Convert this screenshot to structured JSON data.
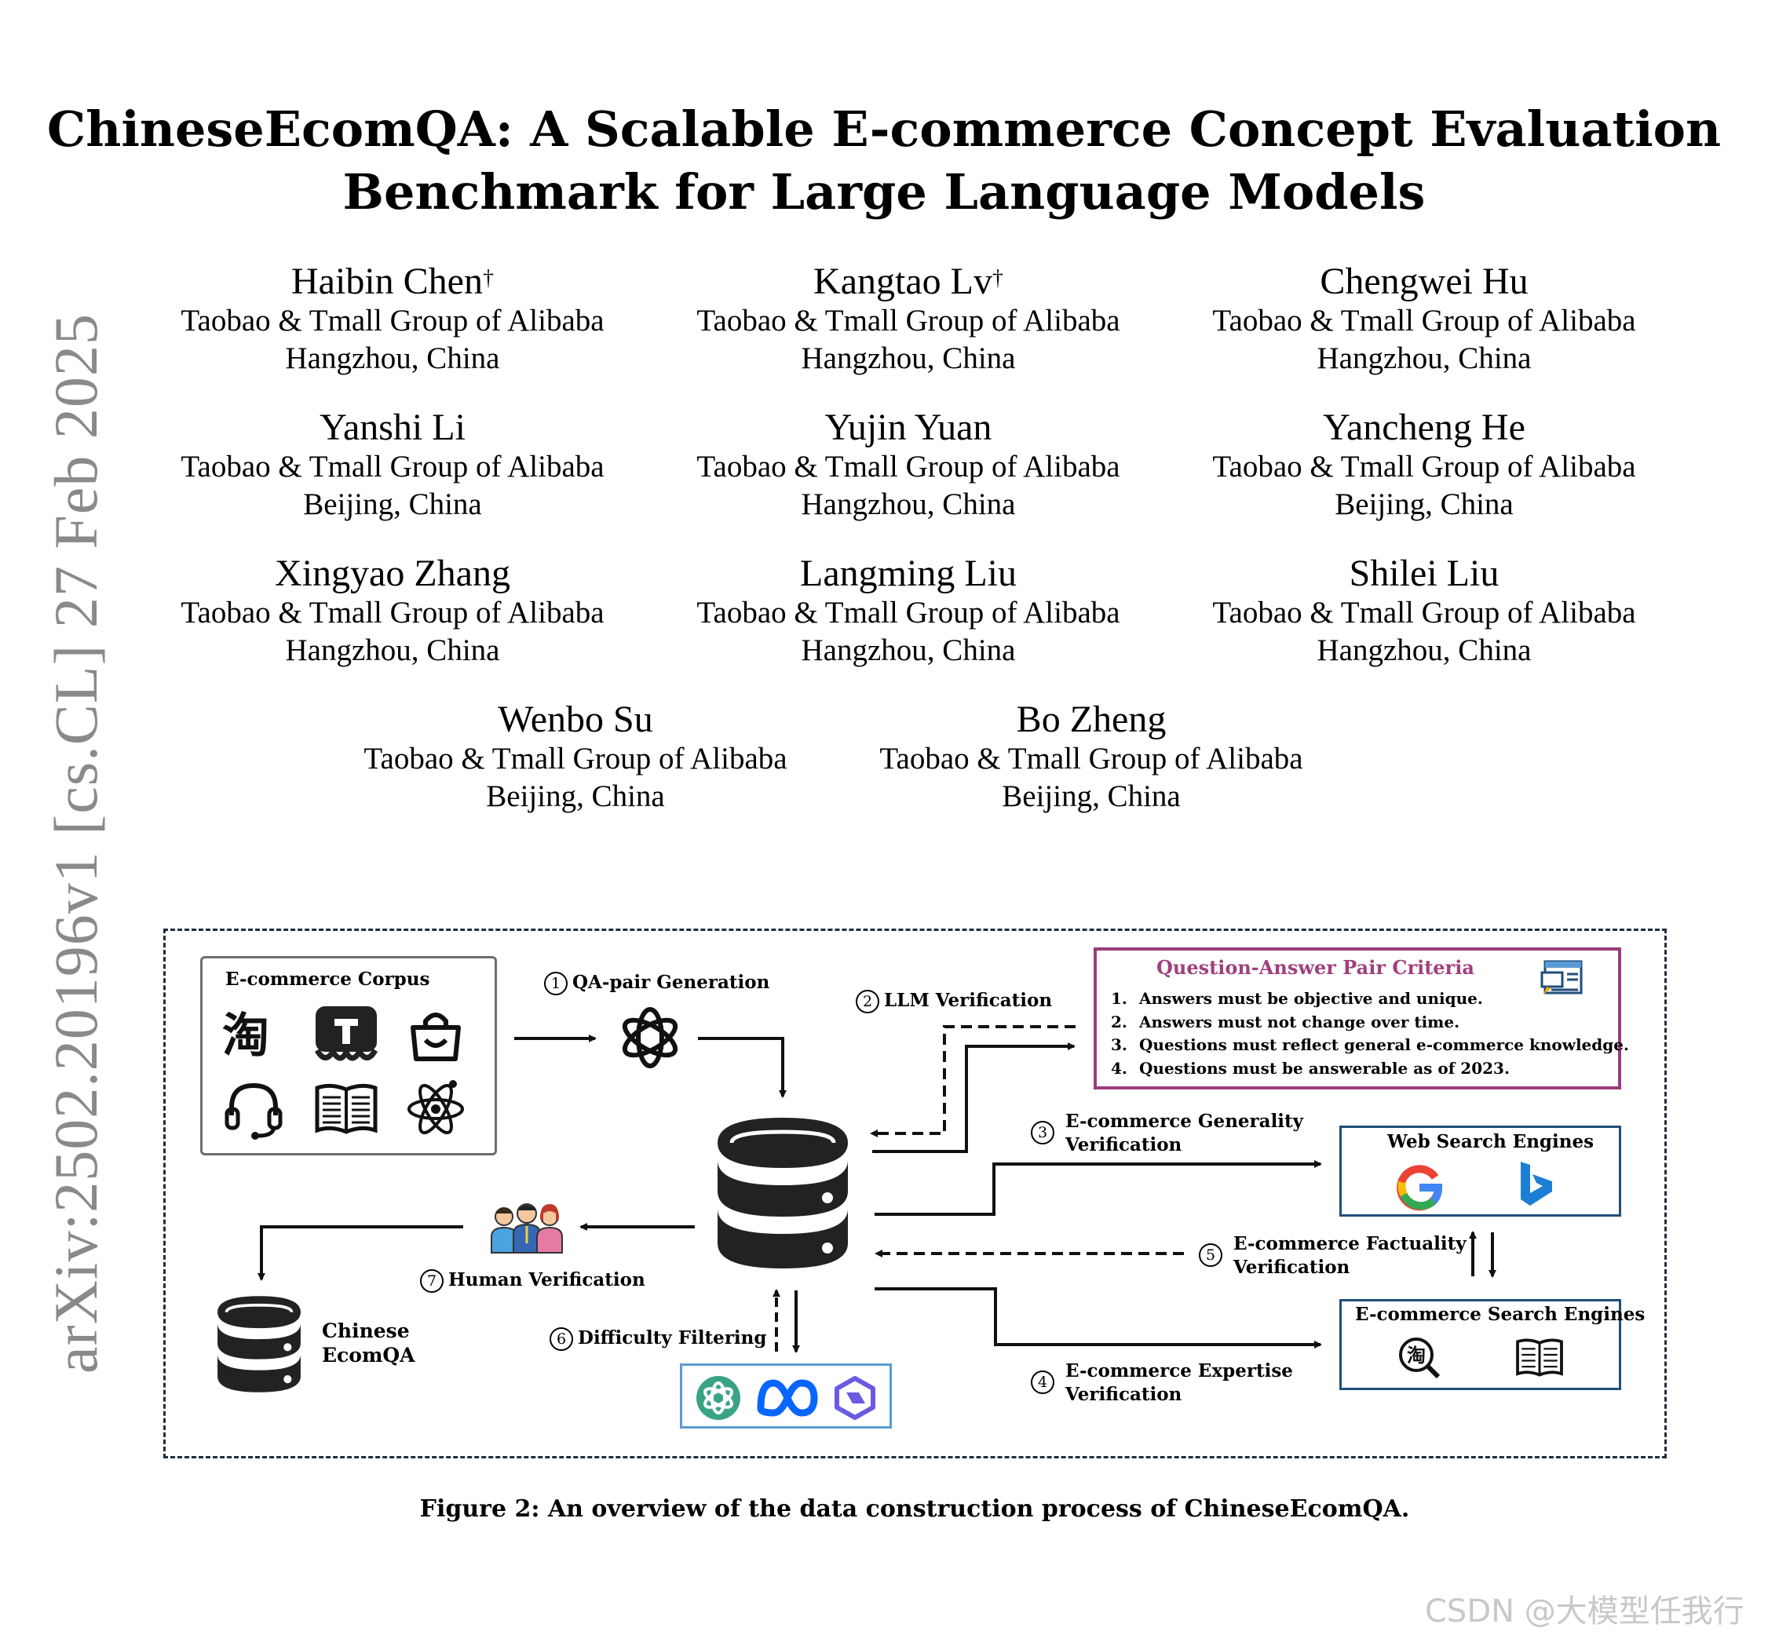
{
  "paper": {
    "title_line1": "ChineseEcomQA: A Scalable E-commerce Concept Evaluation",
    "title_line2": "Benchmark for Large Language Models",
    "arxiv_id": "arXiv:2502.20196v1  [cs.CL]  27 Feb 2025",
    "authors": [
      {
        "name": "Haibin Chen",
        "mark": "†",
        "affiliation": "Taobao & Tmall Group of Alibaba",
        "location": "Hangzhou, China"
      },
      {
        "name": "Kangtao Lv",
        "mark": "†",
        "affiliation": "Taobao & Tmall Group of Alibaba",
        "location": "Hangzhou, China"
      },
      {
        "name": "Chengwei Hu",
        "mark": "",
        "affiliation": "Taobao & Tmall Group of Alibaba",
        "location": "Hangzhou, China"
      },
      {
        "name": "Yanshi Li",
        "mark": "",
        "affiliation": "Taobao & Tmall Group of Alibaba",
        "location": "Beijing, China"
      },
      {
        "name": "Yujin Yuan",
        "mark": "",
        "affiliation": "Taobao & Tmall Group of Alibaba",
        "location": "Hangzhou, China"
      },
      {
        "name": "Yancheng He",
        "mark": "",
        "affiliation": "Taobao & Tmall Group of Alibaba",
        "location": "Beijing, China"
      },
      {
        "name": "Xingyao Zhang",
        "mark": "",
        "affiliation": "Taobao & Tmall Group of Alibaba",
        "location": "Hangzhou, China"
      },
      {
        "name": "Langming Liu",
        "mark": "",
        "affiliation": "Taobao & Tmall Group of Alibaba",
        "location": "Hangzhou, China"
      },
      {
        "name": "Shilei Liu",
        "mark": "",
        "affiliation": "Taobao & Tmall Group of Alibaba",
        "location": "Hangzhou, China"
      },
      {
        "name": "Wenbo Su",
        "mark": "",
        "affiliation": "Taobao & Tmall Group of Alibaba",
        "location": "Beijing, China"
      },
      {
        "name": "Bo Zheng",
        "mark": "",
        "affiliation": "Taobao & Tmall Group of Alibaba",
        "location": "Beijing, China"
      }
    ]
  },
  "figure": {
    "corpus_label": "E-commerce Corpus",
    "step1": {
      "num": "1",
      "label": "QA-pair Generation"
    },
    "step2": {
      "num": "2",
      "label": "LLM Verification"
    },
    "step3": {
      "num": "3",
      "line1": "E-commerce Generality",
      "line2": "Verification"
    },
    "step4": {
      "num": "4",
      "line1": "E-commerce  Expertise",
      "line2": "Verification"
    },
    "step5": {
      "num": "5",
      "line1": "E-commerce Factuality",
      "line2": "Verification"
    },
    "step6": {
      "num": "6",
      "label": "Difficulty Filtering"
    },
    "step7": {
      "num": "7",
      "label": "Human Verification"
    },
    "criteria": {
      "title": "Question-Answer Pair Criteria",
      "items": [
        {
          "num": "1.",
          "text": "Answers must be objective and unique."
        },
        {
          "num": "2.",
          "text": "Answers must not change over time."
        },
        {
          "num": "3.",
          "text": "Questions must reflect general e-commerce knowledge."
        },
        {
          "num": "4.",
          "text": "Questions must be answerable as of 2023."
        }
      ]
    },
    "web_search_label": "Web Search Engines",
    "ecom_search_label": "E-commerce Search Engines",
    "output_line1": "Chinese",
    "output_line2": "EcomQA",
    "icons": [
      "taobao-icon",
      "tmall-icon",
      "shopping-bag-icon",
      "headset-icon",
      "book-icon",
      "atom-icon",
      "openai-icon",
      "database-icon",
      "team-icon",
      "google-icon",
      "bing-icon",
      "search-icon",
      "meta-icon",
      "qwen-icon",
      "document-icon"
    ],
    "colors": {
      "criteria_border": "#9a3d7a",
      "criteria_title": "#a0407e",
      "engine_border": "#1f4e79",
      "model_box_border": "#5b9bd5",
      "google_blue": "#4285F4",
      "google_red": "#EA4335",
      "google_yellow": "#FBBC05",
      "google_green": "#34A853",
      "bing_blue": "#1c7fd6",
      "openai_green": "#3aa386",
      "meta_blue": "#0866ff",
      "qwen_purple": "#6a5be0"
    }
  },
  "caption": "Figure 2: An overview of the data construction process of ChineseEcomQA.",
  "watermark": "CSDN @大模型任我行"
}
